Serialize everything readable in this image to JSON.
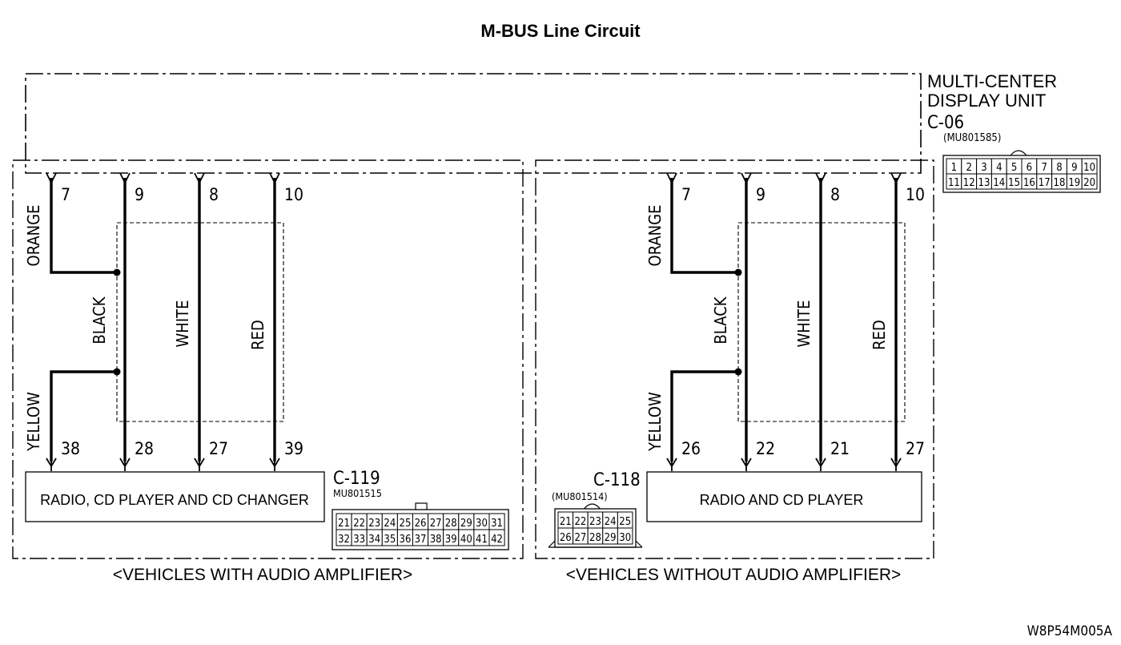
{
  "title": "M-BUS Line Circuit",
  "code": "W8P54M005A",
  "unit": {
    "lines": [
      "MULTI-CENTER",
      "DISPLAY UNIT"
    ],
    "connector": "C-06",
    "part": "(MU801585)",
    "pins_top": [
      "1",
      "2",
      "3",
      "4",
      "5",
      "6",
      "7",
      "8",
      "9",
      "10"
    ],
    "pins_bottom": [
      "11",
      "12",
      "13",
      "14",
      "15",
      "16",
      "17",
      "18",
      "19",
      "20"
    ]
  },
  "left": {
    "caption": "<VEHICLES WITH AUDIO AMPLIFIER>",
    "top_pins": [
      "7",
      "9",
      "8",
      "10"
    ],
    "bottom_pins": [
      "38",
      "28",
      "27",
      "39"
    ],
    "wires": [
      "ORANGE",
      "BLACK",
      "WHITE",
      "RED",
      "YELLOW"
    ],
    "device": "RADIO, CD PLAYER AND CD CHANGER",
    "connector": "C-119",
    "part": "MU801515",
    "pins_top": [
      "21",
      "22",
      "23",
      "24",
      "25",
      "26",
      "27",
      "28",
      "29",
      "30",
      "31"
    ],
    "pins_bottom": [
      "32",
      "33",
      "34",
      "35",
      "36",
      "37",
      "38",
      "39",
      "40",
      "41",
      "42"
    ]
  },
  "right": {
    "caption": "<VEHICLES WITHOUT AUDIO AMPLIFIER>",
    "top_pins": [
      "7",
      "9",
      "8",
      "10"
    ],
    "bottom_pins": [
      "26",
      "22",
      "21",
      "27"
    ],
    "wires": [
      "ORANGE",
      "BLACK",
      "WHITE",
      "RED",
      "YELLOW"
    ],
    "device": "RADIO AND CD PLAYER",
    "connector": "C-118",
    "part": "(MU801514)",
    "pins_top": [
      "21",
      "22",
      "23",
      "24",
      "25"
    ],
    "pins_bottom": [
      "26",
      "27",
      "28",
      "29",
      "30"
    ]
  }
}
